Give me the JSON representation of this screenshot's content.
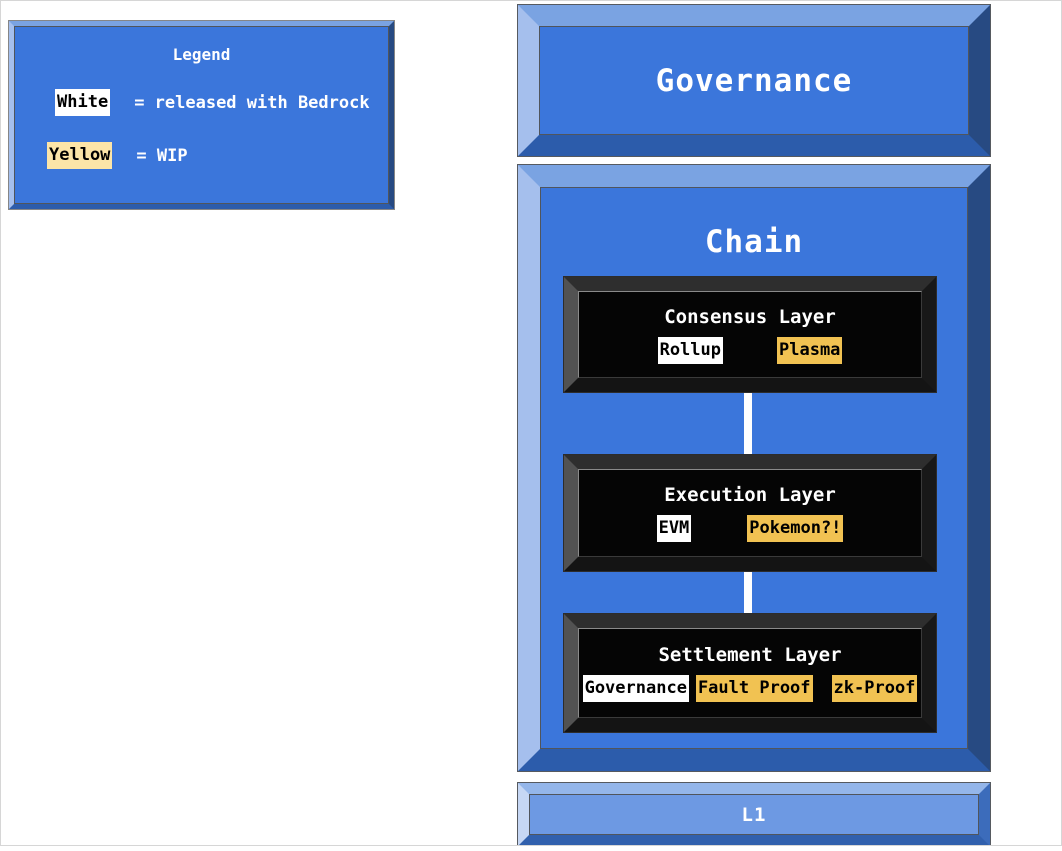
{
  "colors": {
    "box_blue": "#3b76db",
    "l1_fill": "#6d99e3",
    "black_fill": "#050505",
    "chip_white": "#ffffff",
    "chip_yellow_legend": "#fce5a8",
    "chip_gold": "#f1c252",
    "connector_white": "#ffffff"
  },
  "legend": {
    "title": "Legend",
    "entries": [
      {
        "chip": "White",
        "desc": "= released with Bedrock"
      },
      {
        "chip": "Yellow",
        "desc": "= WIP"
      }
    ]
  },
  "governance": {
    "title": "Governance"
  },
  "chain": {
    "title": "Chain",
    "layers": [
      {
        "title": "Consensus Layer",
        "chips": [
          {
            "label": "Rollup",
            "status": "released with Bedrock"
          },
          {
            "label": "Plasma",
            "status": "WIP"
          }
        ]
      },
      {
        "title": "Execution Layer",
        "chips": [
          {
            "label": "EVM",
            "status": "released with Bedrock"
          },
          {
            "label": "Pokemon?!",
            "status": "WIP"
          }
        ]
      },
      {
        "title": "Settlement Layer",
        "chips": [
          {
            "label": "Governance",
            "status": "released with Bedrock"
          },
          {
            "label": "Fault Proof",
            "status": "WIP"
          },
          {
            "label": "zk-Proof",
            "status": "WIP"
          }
        ]
      }
    ]
  },
  "l1": {
    "title": "L1"
  }
}
